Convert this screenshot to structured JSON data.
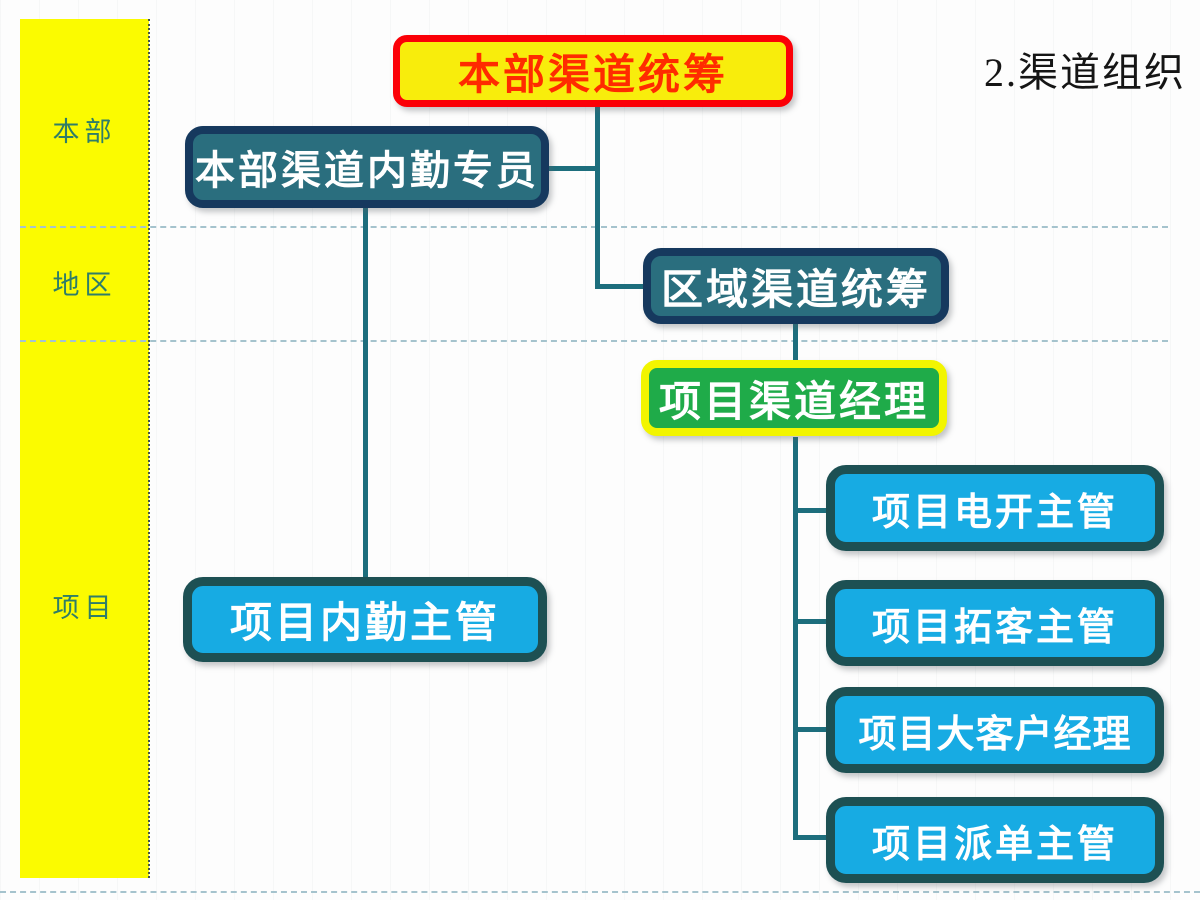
{
  "title": "2.渠道组织",
  "lanes": {
    "hq": "本部",
    "region": "地区",
    "project": "项目"
  },
  "boxes": {
    "root": "本部渠道统筹",
    "hq_staff": "本部渠道内勤专员",
    "region_coord": "区域渠道统筹",
    "project_channel_manager": "项目渠道经理",
    "project_admin_supervisor": "项目内勤主管",
    "children": [
      "项目电开主管",
      "项目拓客主管",
      "项目大客户经理",
      "项目派单主管"
    ]
  },
  "colors": {
    "lane_band": "#fbfb00",
    "lane_label_text": "#2f7d68",
    "connector": "#1d6e7d",
    "root_fill": "#f8ed0c",
    "root_border": "#fb0007",
    "root_text": "#ff2b00",
    "teal_fill": "#2a6e7e",
    "teal_border": "#16395e",
    "green_fill": "#1fab49",
    "green_border": "#f2f500",
    "blue_fill": "#17abe3",
    "blue_border": "#1d5053",
    "separator": "#a5c3cd"
  }
}
